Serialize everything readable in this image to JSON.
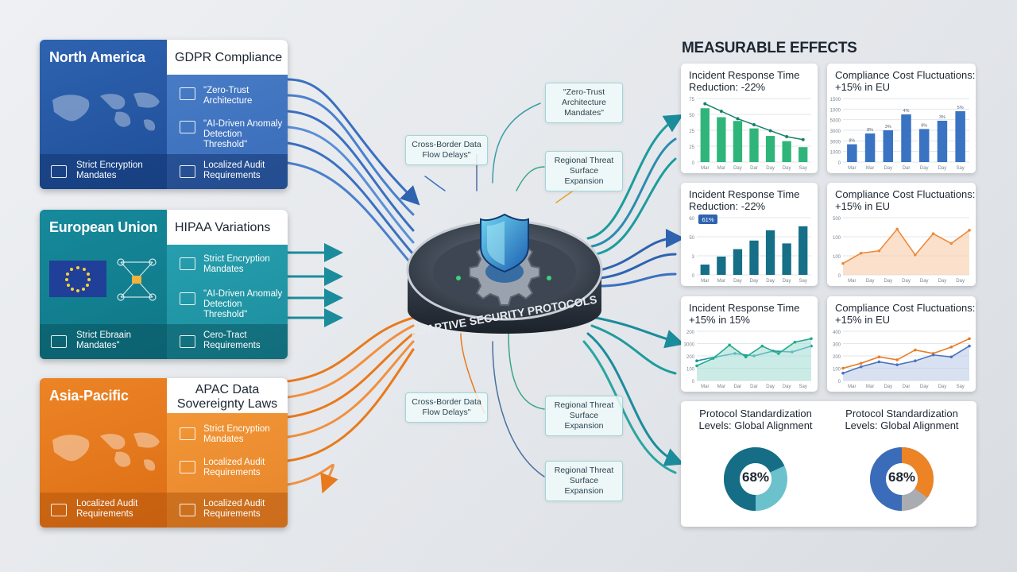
{
  "regions": [
    {
      "name": "North America",
      "law": "GDPR Compliance",
      "items": [
        "\"Zero-Trust Architecture",
        "\"AI-Driven Anomaly Detection Threshold\""
      ],
      "footer_left": "Strict Encryption Mandates",
      "footer_right": "Localized Audit Requirements"
    },
    {
      "name": "European Union",
      "law": "HIPAA Variations",
      "items": [
        "Strict Encryption Mandates",
        "\"AI-Driven Anomaly Detection Threshold\""
      ],
      "footer_left": "Strict Ebraain Mandates\"",
      "footer_right": "Cero-Tract Requirements"
    },
    {
      "name": "Asia-Pacific",
      "law": "APAC Data Sovereignty Laws",
      "items": [
        "Strict Encryption Mandates",
        "Localized Audit Requirements"
      ],
      "footer_left": "Localized Audit Requirements",
      "footer_right": "Localized Audit Requirements"
    }
  ],
  "hub_label": "ADAPTIVE SECURITY PROTOCOLS",
  "floating_labels": {
    "zero_trust": "\"Zero-Trust Architecture Mandates\"",
    "cross_border_top": "Cross-Border Data Flow Delays\"",
    "threat_top": "Regional Threat Surface Expansion",
    "cross_border_bottom": "Cross-Border Data Flow Delays\"",
    "threat_mid": "Regional Threat Surface Expansion",
    "threat_bottom": "Regional Threat Surface Expansion"
  },
  "effects_title": "MEASURABLE EFFECTS",
  "charts": [
    {
      "title": "Incident Response Time Reduction: -22%",
      "type": "bar+line",
      "color": "#2fb57a",
      "line_color": "#18806a",
      "y_ticks": [
        "75",
        "50",
        "25",
        "25",
        "0"
      ],
      "x_ticks": [
        "Mar",
        "Mar",
        "Day",
        "Dar",
        "Day",
        "Day",
        "Say"
      ],
      "values": [
        72,
        60,
        55,
        45,
        35,
        28,
        20
      ],
      "line": [
        78,
        68,
        58,
        50,
        42,
        34,
        30
      ],
      "ymax": 85
    },
    {
      "title": "Compliance Cost Fluctuations: +15% in EU",
      "type": "bar",
      "color": "#3a73c2",
      "y_ticks": [
        "1500",
        "1000",
        "5000",
        "3000",
        "3000",
        "1000",
        "0"
      ],
      "x_ticks": [
        "Mar",
        "Mar",
        "Day",
        "Dar",
        "Day",
        "Day",
        "Say"
      ],
      "values": [
        28,
        45,
        50,
        75,
        52,
        65,
        80
      ],
      "data_labels": [
        "8%",
        "8%",
        "3%",
        "4%",
        "8%",
        "3%",
        "5%"
      ],
      "ymax": 100
    },
    {
      "title": "Incident Response Time Reduction: -22%",
      "type": "bar",
      "color": "#156f86",
      "badge": "61%",
      "y_ticks": [
        "60",
        "50",
        "3",
        "0"
      ],
      "x_ticks": [
        "Mar",
        "Mar",
        "Day",
        "Day",
        "Day",
        "Day",
        "Say"
      ],
      "values": [
        18,
        32,
        45,
        60,
        78,
        55,
        85
      ],
      "ymax": 100
    },
    {
      "title": "Compliance Cost Fluctuations: +15% in EU",
      "type": "area",
      "color": "#ee8a3a",
      "fill": "#f7c9a3",
      "y_ticks": [
        "500",
        "100",
        "100",
        "0"
      ],
      "x_ticks": [
        "Mar",
        "Day",
        "Day",
        "Day",
        "Day",
        "Day",
        "Day"
      ],
      "values": [
        20,
        38,
        42,
        80,
        35,
        72,
        55,
        78
      ],
      "ymax": 100
    },
    {
      "title": "Incident Response Time +15% in 15%",
      "type": "dual-line",
      "color": "#1a94a8",
      "color2": "#22aa88",
      "fill": "#9edbd1",
      "y_ticks": [
        "200",
        "3000",
        "200",
        "100",
        "0"
      ],
      "x_ticks": [
        "Mar",
        "Mar",
        "Dar",
        "Dar",
        "Day",
        "Day",
        "Say"
      ],
      "values": [
        40,
        48,
        55,
        50,
        60,
        58,
        70
      ],
      "values2": [
        30,
        45,
        72,
        48,
        70,
        55,
        78,
        85
      ],
      "ymax": 100
    },
    {
      "title": "Compliance Cost Fluctuations: +15% in EU",
      "type": "dual-area",
      "color": "#e97d22",
      "color2": "#4b74c0",
      "fill": "#b8c8e6",
      "y_ticks": [
        "400",
        "300",
        "200",
        "100",
        "0"
      ],
      "x_ticks": [
        "Mar",
        "Mar",
        "Day",
        "Dar",
        "Day",
        "Day",
        "Say"
      ],
      "values": [
        25,
        35,
        48,
        42,
        62,
        55,
        68,
        85
      ],
      "values2": [
        15,
        28,
        38,
        32,
        40,
        52,
        48,
        70
      ],
      "ymax": 100
    }
  ],
  "pies": [
    {
      "title": "Protocol Standardization Levels: Global Alignment",
      "pct_label": "68%",
      "value": 68,
      "color": "#156d86",
      "rest": "#6cc2cc"
    },
    {
      "title": "Protocol Standardization Levels: Global Alignment",
      "pct_label": "68%",
      "value": 68,
      "color": "#3a6cb9",
      "accent": "#ec8426",
      "rest": "#a9acb0"
    }
  ]
}
